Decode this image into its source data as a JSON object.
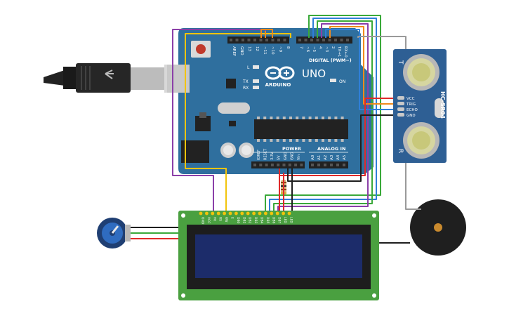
{
  "arduino": {
    "uno_label": "UNO",
    "brand_label": "ARDUINO",
    "digital_label": "DIGITAL (PWM~)",
    "analog_label": "ANALOG IN",
    "power_label": "POWER",
    "led_l": "L",
    "led_tx": "TX",
    "led_rx": "RX",
    "led_on": "ON",
    "digital_pins": [
      "AREF",
      "GND",
      "13",
      "12",
      "~11",
      "~10",
      "~9",
      "8",
      "7",
      "~6",
      "~5",
      "4",
      "~3",
      "2",
      "TX→1",
      "RX←0"
    ],
    "power_pins": [
      "IOREF",
      "RESET",
      "3.3V",
      "5V",
      "GND",
      "GND",
      "Vin"
    ],
    "analog_pins": [
      "A0",
      "A1",
      "A2",
      "A3",
      "A4",
      "A5"
    ]
  },
  "ultrasonic": {
    "model": "HC-SR04",
    "pins": [
      "VCC",
      "TRIG",
      "ECHO",
      "GND"
    ]
  },
  "lcd": {
    "pins": [
      "GND",
      "VCC",
      "V0",
      "RS",
      "RW",
      "E",
      "DB0",
      "DB1",
      "DB2",
      "DB3",
      "DB4",
      "DB5",
      "DB6",
      "DB7",
      "LED",
      "LED"
    ]
  },
  "colors": {
    "board": "#2f6f9e",
    "lcd_board": "#4aa040",
    "lcd_screen": "#1c2c6a",
    "wire_red": "#e02a2a",
    "wire_black": "#1e1e1e",
    "wire_purple": "#8b3fa8",
    "wire_yellow": "#f2c40c",
    "wire_green": "#3aa93a",
    "wire_blue": "#2f7fd8",
    "wire_orange": "#f08a1c",
    "wire_gray": "#9a9a9a"
  }
}
